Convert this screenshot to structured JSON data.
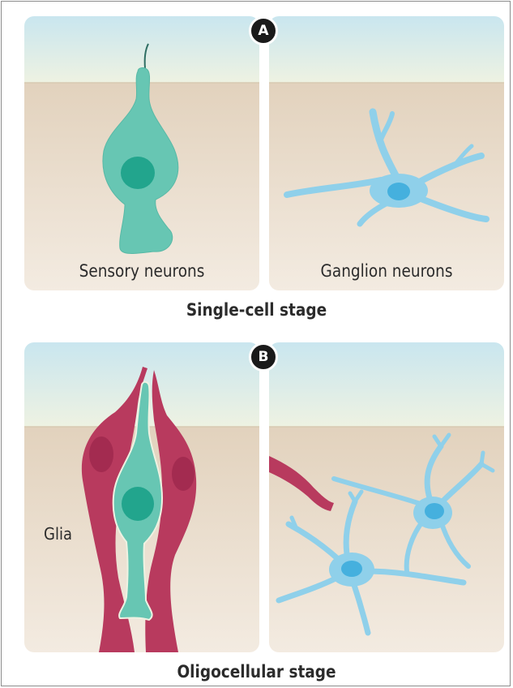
{
  "stage_a": {
    "badge": "A",
    "left_panel_label": "Sensory neurons",
    "right_panel_label": "Ganglion neurons",
    "stage_label": "Single-cell stage"
  },
  "stage_b": {
    "badge": "B",
    "glia_label": "Glia",
    "stage_label": "Oligocellular stage"
  },
  "colors": {
    "sky_top": "#c9e6ef",
    "sky_bottom": "#eef2e2",
    "ground_top": "#e2d2bd",
    "ground_bottom": "#f3ebe1",
    "sensory_cell": "#67c6b3",
    "sensory_nucleus": "#22a58d",
    "ganglion_cell": "#8fd0ea",
    "ganglion_nucleus": "#45b0de",
    "glia": "#b83a5e",
    "glia_nucleus": "#a32b50"
  }
}
